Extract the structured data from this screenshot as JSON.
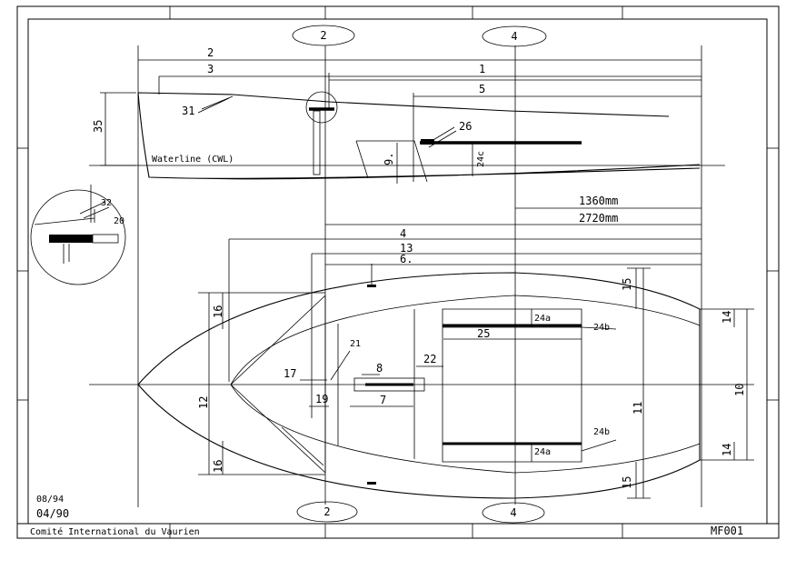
{
  "station_bubbles": {
    "top_2": "2",
    "top_4": "4",
    "bottom_2": "2",
    "bottom_4": "4"
  },
  "side_view": {
    "dim_2": "2",
    "dim_3": "3",
    "dim_1": "1",
    "dim_5": "5",
    "dim_35": "35",
    "label_31": "31",
    "label_26": "26",
    "label_9": "9.",
    "label_24c": "24c",
    "waterline": "Waterline (CWL)"
  },
  "detail": {
    "label_32": "32",
    "label_20": "20"
  },
  "dimensions": {
    "half_length": "1360mm",
    "full_length": "2720mm"
  },
  "plan_view": {
    "dim_4": "4",
    "dim_13": "13",
    "dim_6": "6.",
    "dim_15_top": "15",
    "dim_15_bottom": "15",
    "dim_16_top": "16",
    "dim_16_bottom": "16",
    "dim_14_top": "14",
    "dim_14_bottom": "14",
    "dim_24a_top": "24a",
    "dim_24a_bottom": "24a",
    "dim_24b_top": "24b",
    "dim_24b_bottom": "24b",
    "dim_25": "25",
    "dim_21": "21",
    "dim_22": "22",
    "dim_17": "17",
    "dim_19": "19",
    "dim_8": "8",
    "dim_7": "7",
    "dim_12": "12",
    "dim_11": "11",
    "dim_10": "10"
  },
  "title_block": {
    "date_1": "08/94",
    "date_2": "04/90",
    "organization": "Comité International du Vaurien",
    "drawing_number": "MF001"
  }
}
